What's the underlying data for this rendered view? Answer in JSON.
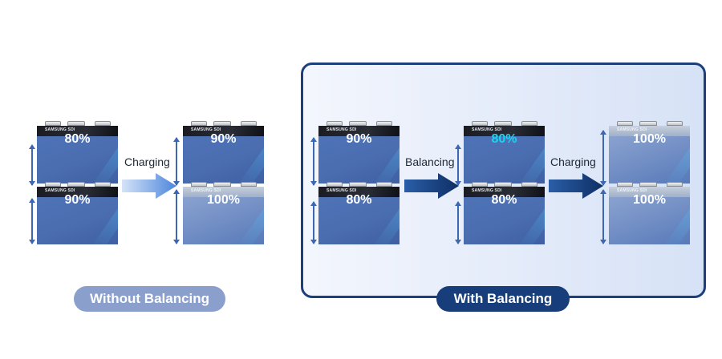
{
  "groups": {
    "without": {
      "label": "Without Balancing"
    },
    "with": {
      "label": "With Balancing"
    }
  },
  "brand": "SAMSUNG SDI",
  "steps": {
    "charging": "Charging",
    "balancing": "Balancing"
  },
  "batteries": {
    "w_before_top": {
      "pct": "80%"
    },
    "w_before_bottom": {
      "pct": "90%"
    },
    "w_after_top": {
      "pct": "90%"
    },
    "w_after_bottom": {
      "pct": "100%"
    },
    "b1_top": {
      "pct": "90%"
    },
    "b1_bottom": {
      "pct": "80%"
    },
    "b2_top": {
      "pct": "80%"
    },
    "b2_bottom": {
      "pct": "80%"
    },
    "b3_top": {
      "pct": "100%"
    },
    "b3_bottom": {
      "pct": "100%"
    }
  },
  "colors": {
    "panel_border": "#1d3f7a",
    "highlight_pct": "#19d5f2",
    "arrow_light": "#5b8ee0",
    "arrow_dark": "#163a75"
  }
}
